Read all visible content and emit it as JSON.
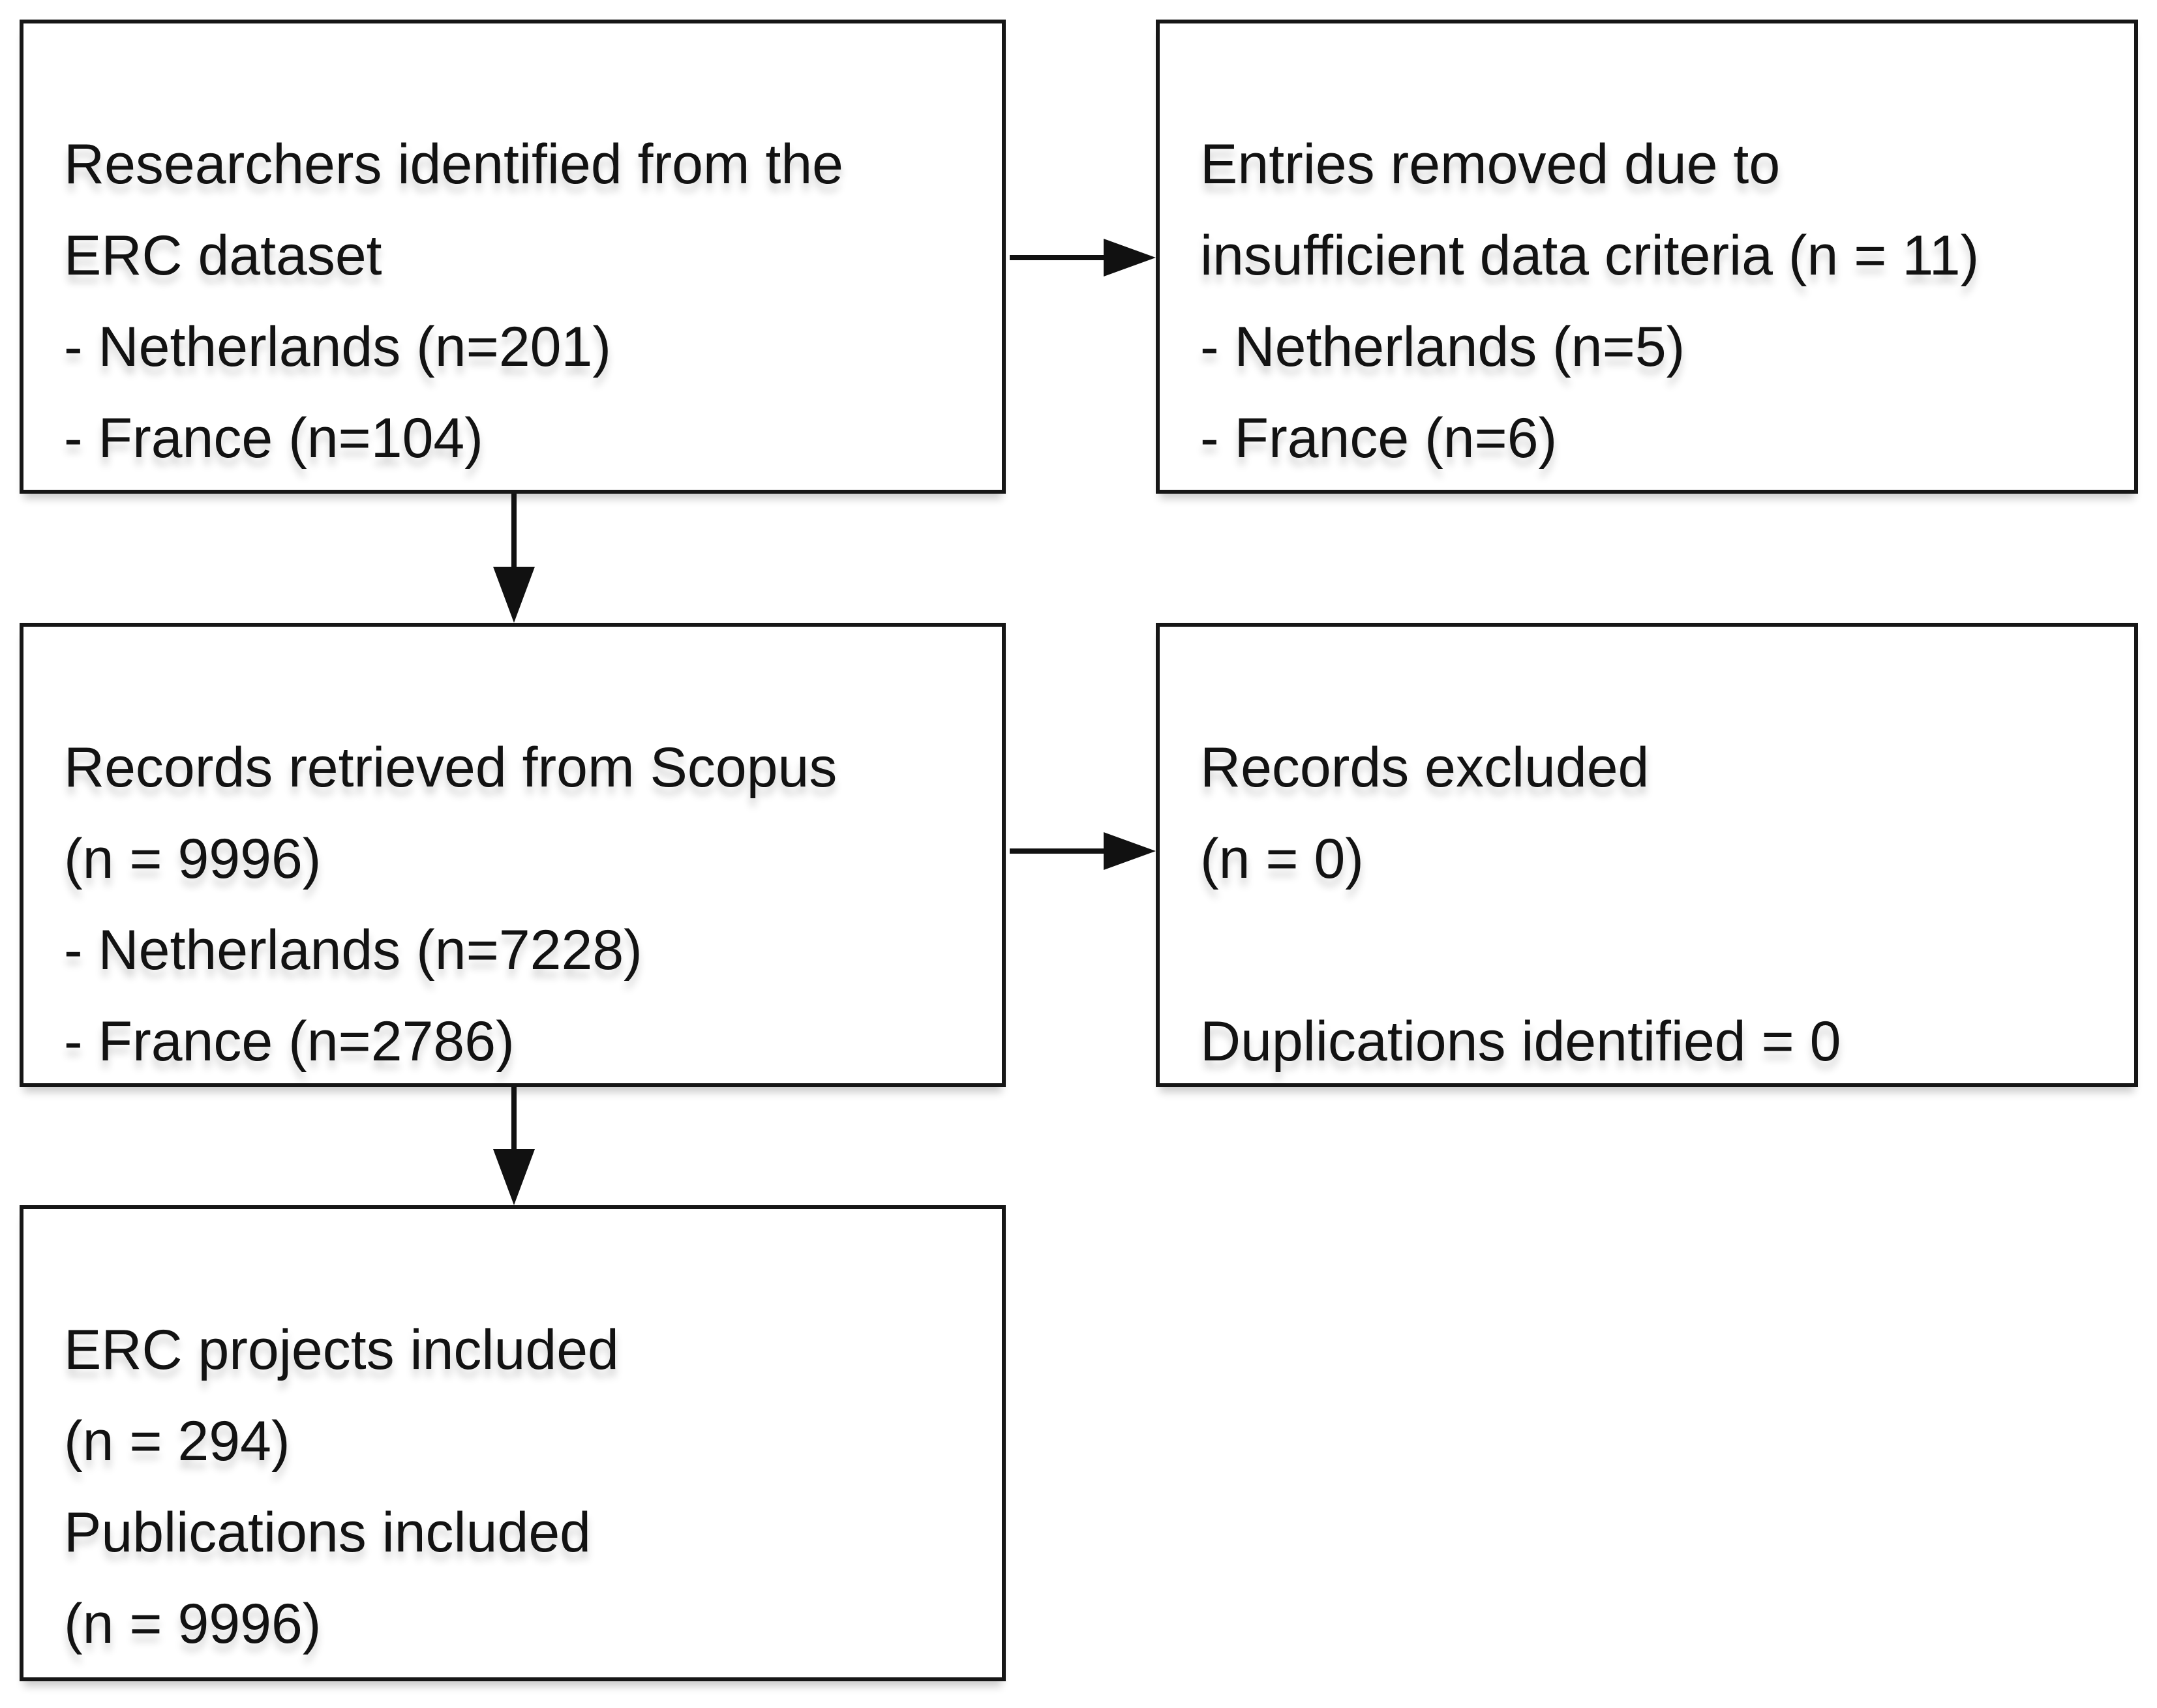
{
  "flowchart": {
    "title": "ERC dataset publication selection flow diagram",
    "colors": {
      "background": "#ffffff",
      "box_border": "#161616",
      "box_fill": "#ffffff",
      "text": "#121212",
      "arrow": "#111111"
    },
    "boxes": [
      {
        "id": "researchers-identified",
        "lines": [
          "Researchers identified from the",
          "ERC dataset",
          "- Netherlands (n=201)",
          "- France (n=104)"
        ]
      },
      {
        "id": "entries-removed",
        "lines": [
          "Entries removed due to",
          "insufficient data criteria (n = 11)",
          "- Netherlands (n=5)",
          "- France (n=6)"
        ]
      },
      {
        "id": "records-retrieved",
        "lines": [
          "Records retrieved from Scopus",
          "(n = 9996)",
          "- Netherlands (n=7228)",
          "- France (n=2786)"
        ]
      },
      {
        "id": "records-excluded",
        "lines": [
          "Records excluded",
          "(n = 0)",
          "",
          "Duplications identified = 0"
        ]
      },
      {
        "id": "erc-projects-included",
        "lines": [
          "ERC projects included",
          "(n = 294)",
          "Publications included",
          "(n = 9996)"
        ]
      }
    ],
    "arrows": [
      {
        "from": "researchers-identified",
        "to": "entries-removed",
        "direction": "right"
      },
      {
        "from": "researchers-identified",
        "to": "records-retrieved",
        "direction": "down"
      },
      {
        "from": "records-retrieved",
        "to": "records-excluded",
        "direction": "right"
      },
      {
        "from": "records-retrieved",
        "to": "erc-projects-included",
        "direction": "down"
      }
    ]
  }
}
